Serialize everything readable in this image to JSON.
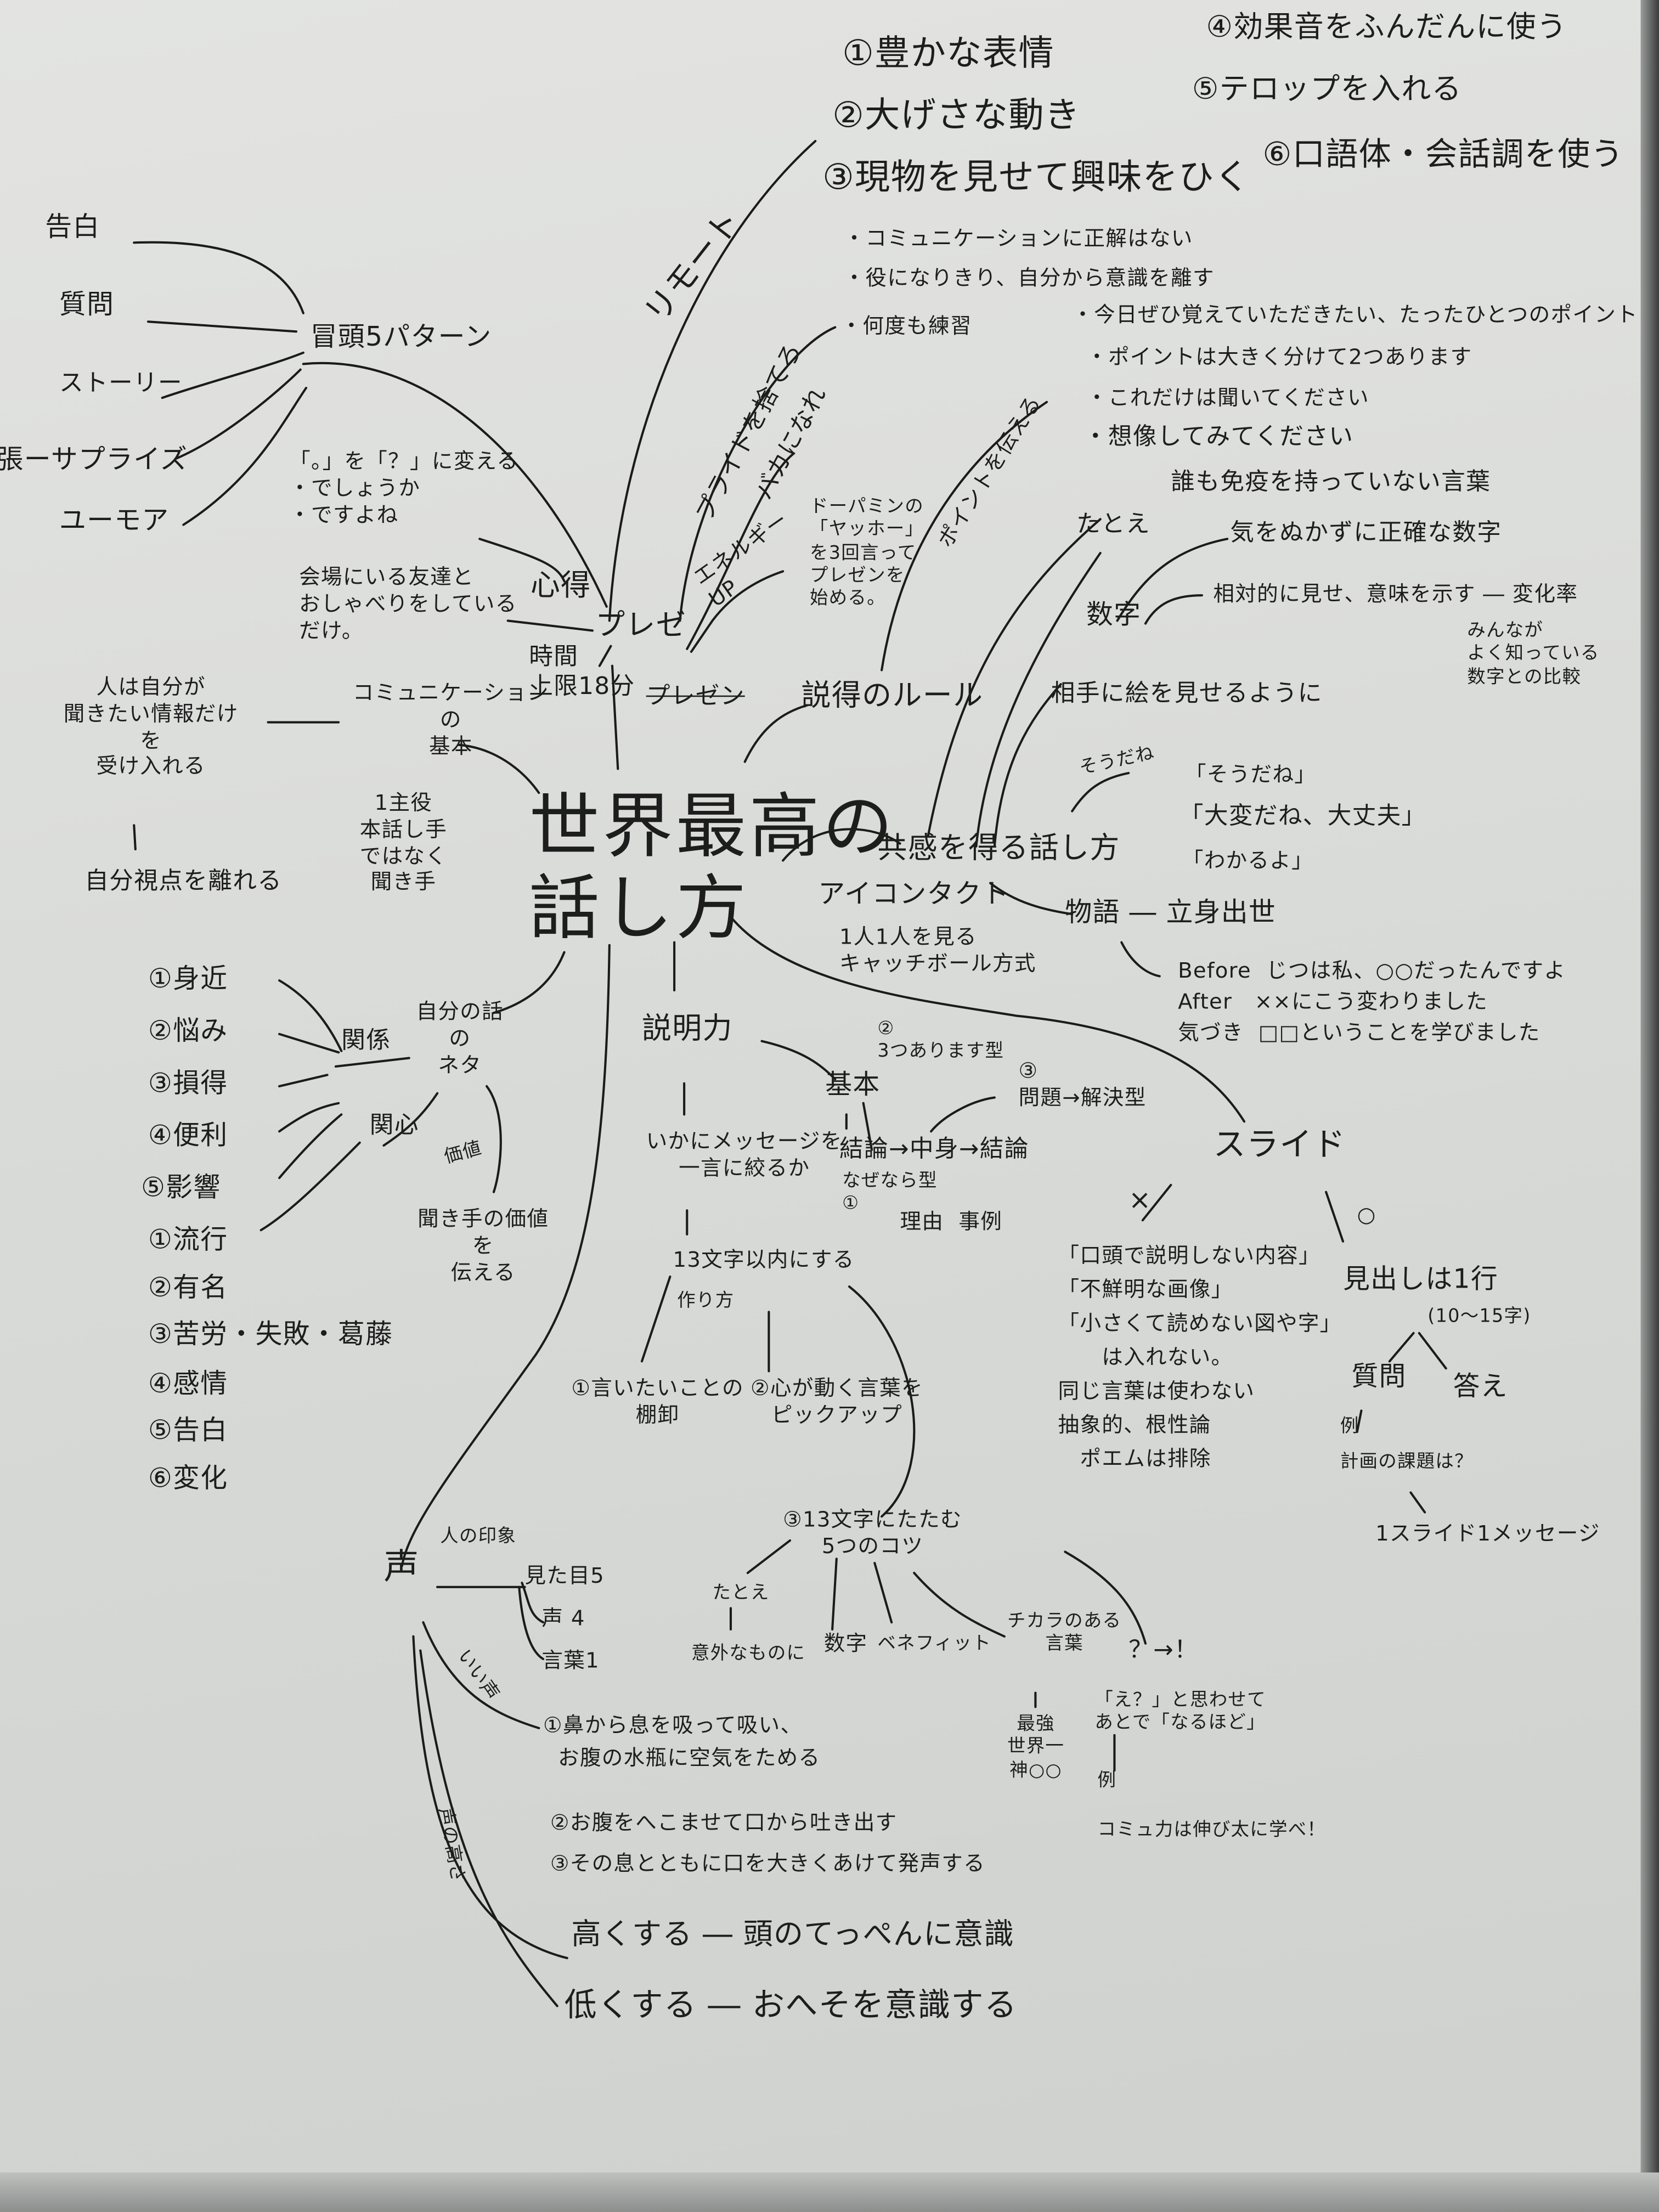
{
  "title": "世界最高の\n話し方",
  "remote": {
    "label": "リモート",
    "items": [
      "①豊かな表情",
      "②大げさな動き",
      "③現物を見せて興味をひく",
      "④効果音をふんだんに使う",
      "⑤テロップを入れる",
      "⑥口語体・会話調を使う"
    ]
  },
  "presen": {
    "label": "プレゼ",
    "crossed": "プレゼン",
    "time": "時間\n上限18分",
    "kokoroe": "心得",
    "kokoroe_text": "会場にいる友達と\nおしゃべりをしている\nだけ。",
    "question_tip": "「。」を「？」に変える\n・でしょうか\n・ですよね",
    "pride": "プライドを捨てろ",
    "pride_items": [
      "・コミュニケーションに正解はない",
      "・役になりきり、自分から意識を離す",
      "・何度も練習"
    ],
    "baka": "バカになれ",
    "energy": "エネルギー\nUP",
    "energy_text": "ドーパミンの\n「ヤッホー」\nを3回言って\nプレゼンを\n始める。",
    "point": "ポイントを伝える",
    "point_items": [
      "・今日ぜひ覚えていただきたい、たったひとつのポイント",
      "・ポイントは大きく分けて2つあります",
      "・これだけは聞いてください",
      "・想像してみてください"
    ],
    "opening": "冒頭5パターン",
    "opening_items": [
      "告白",
      "質問",
      "ストーリー",
      "緊張ーサプライズ",
      "ユーモア"
    ]
  },
  "persuasion": {
    "label": "説得のルール",
    "tatoe": "たとえ",
    "tatoe_text": "誰も免疫を持っていない言葉",
    "suuji": "数字",
    "suuji_items": [
      "気をぬかずに正確な数字",
      "相対的に見せ、意味を示す ― 変化率",
      "みんなが\nよく知っている\n数字との比較"
    ],
    "picture": "相手に絵を見せるように"
  },
  "empathy": {
    "label": "共感を得る話し方",
    "soudane": "そうだね",
    "phrases": [
      "「そうだね」",
      "「大変だね、大丈夫」",
      "「わかるよ」"
    ],
    "eyecontact": "アイコンタクト",
    "eyecontact_text": "1人1人を見る\nキャッチボール方式",
    "story": "物語 ― 立身出世",
    "story_text": "Before  じつは私、○○だったんですよ\nAfter   ××にこう変わりました\n気づき  □□ということを学びました"
  },
  "communication": {
    "label": "コミュニケーション\nの\n基本",
    "main_role": "1主役\n本話し手\nではなく\n聞き手",
    "people": "人は自分が\n聞きたい情報だけ\nを\n受け入れる",
    "leave_view": "自分視点を離れる"
  },
  "neta": {
    "label": "自分の話\nの\nネタ",
    "kankei": "関係",
    "kankei_items": [
      "①身近",
      "②悩み",
      "③損得",
      "④便利",
      "⑤影響"
    ],
    "kanshin": "関心",
    "kanshin_items": [
      "①流行",
      "②有名",
      "③苦労・失敗・葛藤",
      "④感情",
      "⑤告白",
      "⑥変化"
    ],
    "kachi": "価値",
    "kachi_text": "聞き手の価値\nを\n伝える"
  },
  "explain": {
    "label": "説明力",
    "kihon": "基本",
    "type2": "②\n3つあります型",
    "type3": "③\n問題→解決型",
    "flow": "結論→中身→結論",
    "type1": "なぜなら型\n①",
    "reasons": "理由  事例",
    "one_word": "いかにメッセージを\n一言に絞るか",
    "within13": "13文字以内にする",
    "how": "作り方",
    "step1": "①言いたいことの\n棚卸",
    "step2": "②心が動く言葉を\nピックアップ",
    "step3": "③13文字にたたむ\n5つのコツ",
    "tips": [
      "たとえ",
      "意外なものに",
      "数字",
      "ベネフィット",
      "チカラのある\n言葉",
      "最強\n世界一\n神○○",
      "？→！",
      "「え？」と思わせて\nあとで「なるほど」",
      "例",
      "コミュ力は伸び太に学べ！"
    ]
  },
  "slide": {
    "label": "スライド",
    "ng": "×",
    "ok": "○",
    "ng_items": "「口頭で説明しない内容」\n「不鮮明な画像」\n「小さくて読めない図や字」\n　　は入れない。\n同じ言葉は使わない\n抽象的、根性論\n　ポエムは排除",
    "heading": "見出しは1行",
    "heading_len": "(10〜15字)",
    "question": "質問",
    "answer": "答え",
    "example": "例\n計画の課題は？",
    "one_message": "1スライド1メッセージ"
  },
  "voice": {
    "label": "声",
    "impression": "人の印象",
    "ratios": [
      "見た目5",
      "声 4",
      "言葉1"
    ],
    "good_voice": "いい声",
    "steps": [
      "①鼻から息を吸って吸い、\n  お腹の水瓶に空気をためる",
      "②お腹をへこませて口から吐き出す",
      "③その息とともに口を大きくあけて発声する"
    ],
    "pitch": "声の高さ",
    "high": "高くする ― 頭のてっぺんに意識",
    "low": "低くする ― おへそを意識する"
  }
}
